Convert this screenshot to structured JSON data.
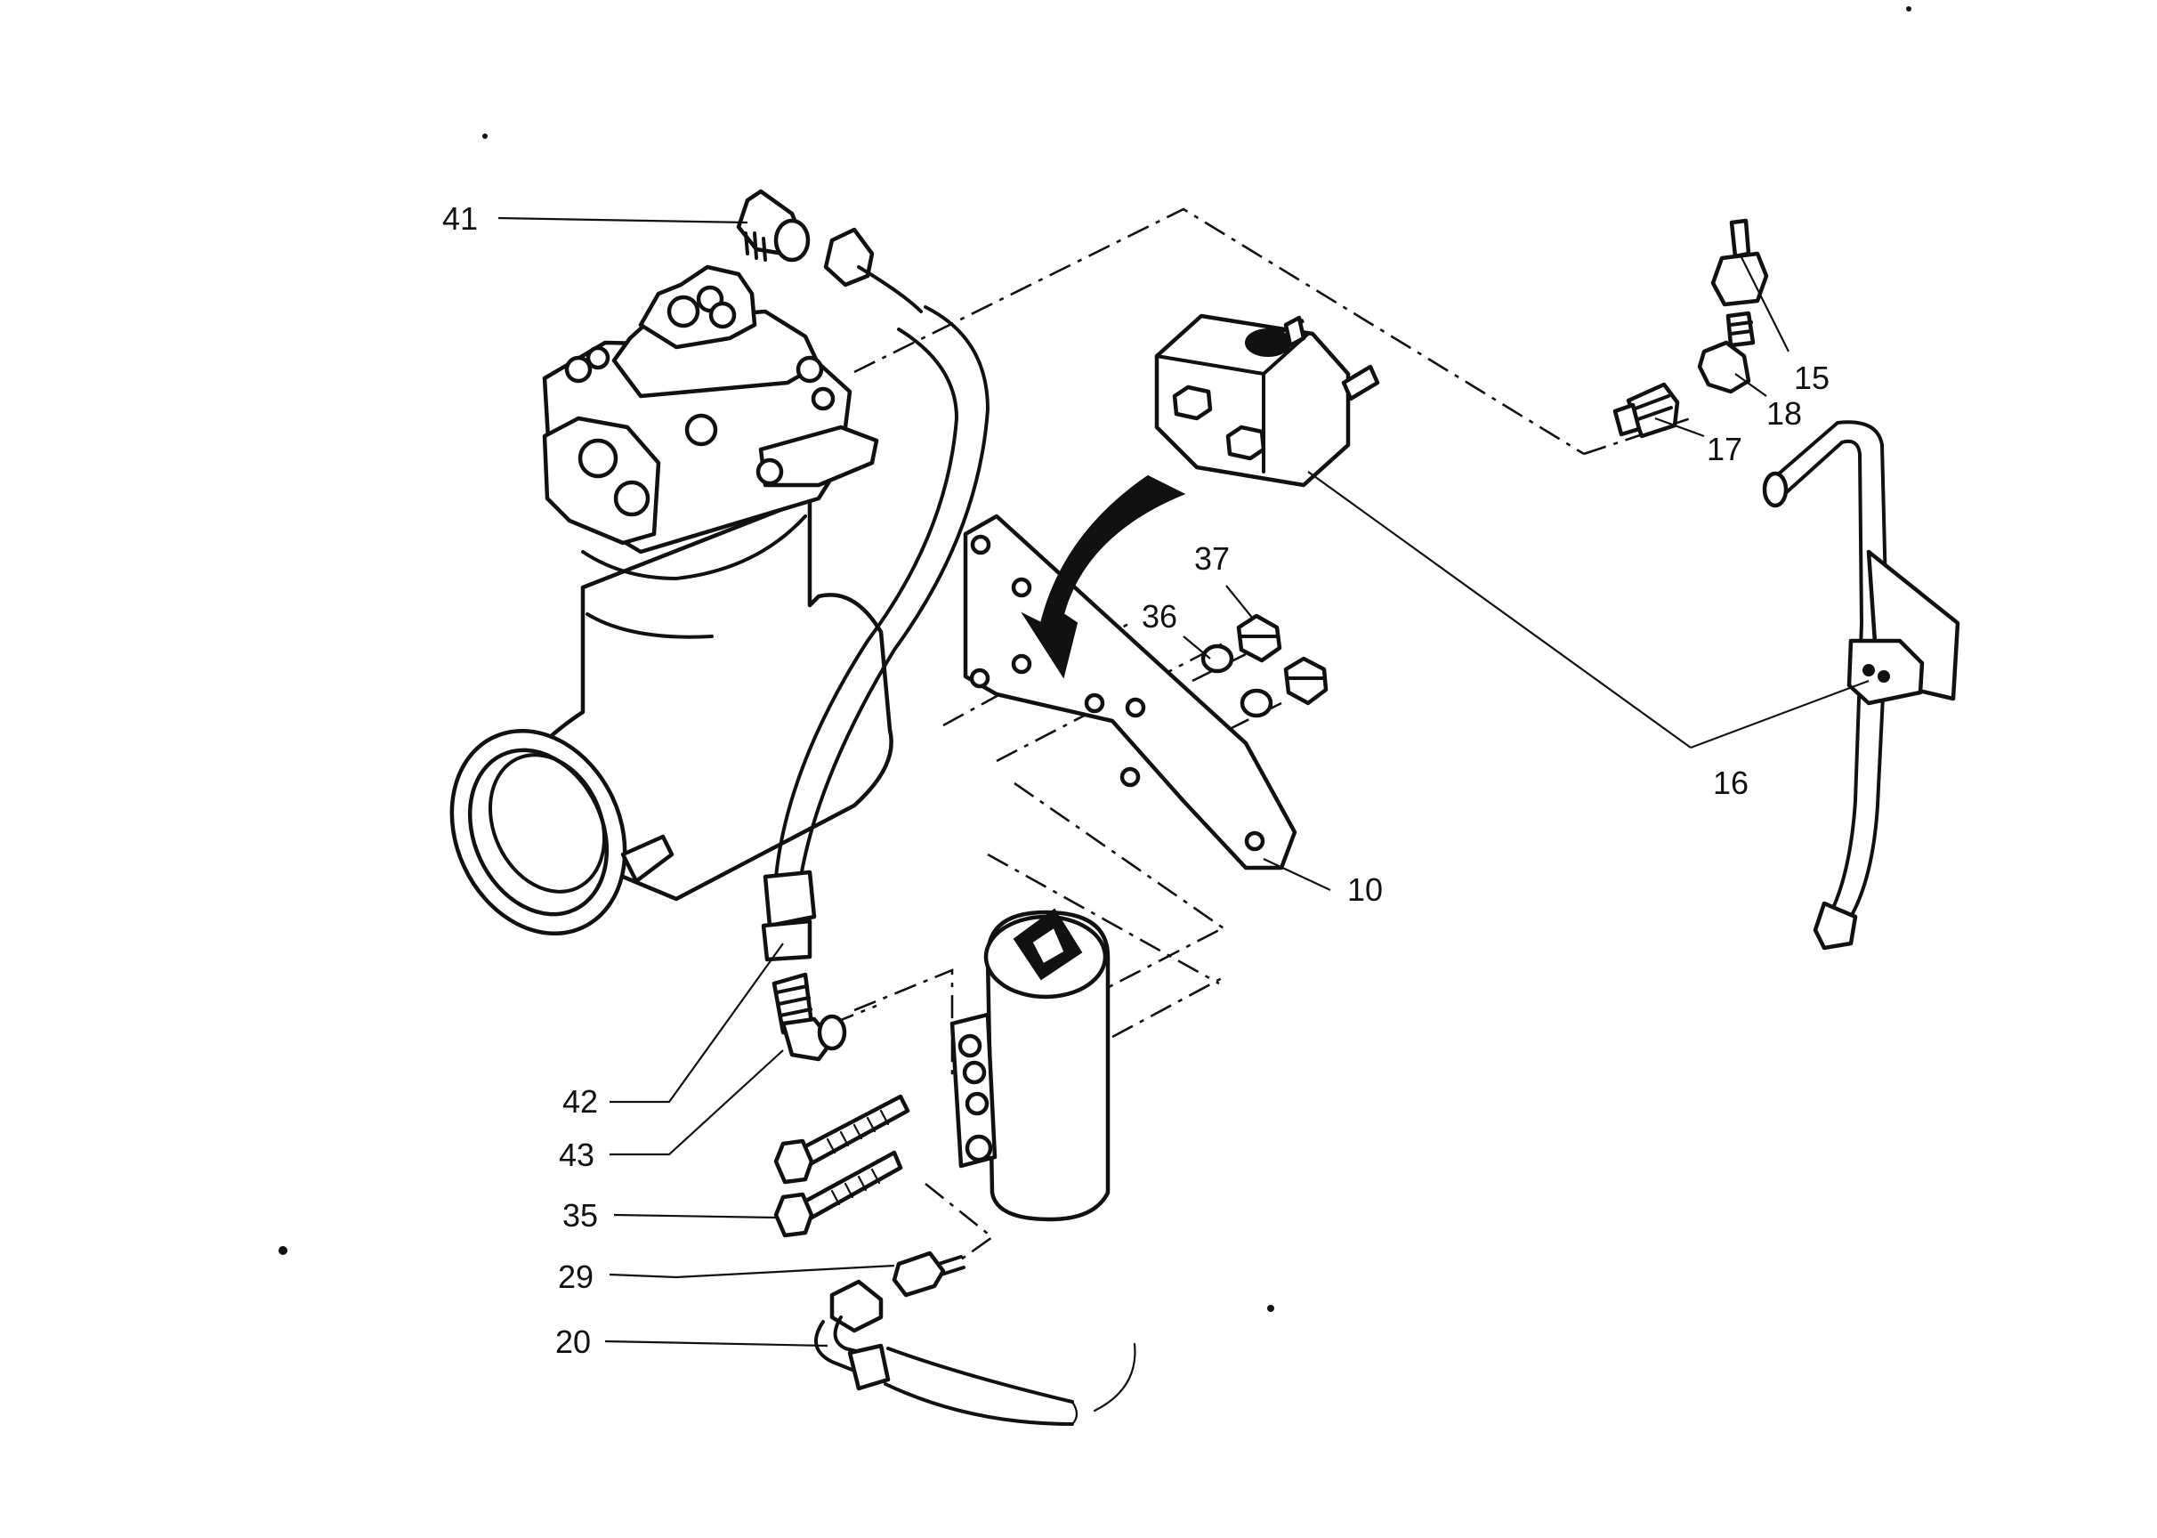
{
  "diagram": {
    "labels": [
      {
        "id": "41",
        "text": "41"
      },
      {
        "id": "15",
        "text": "15"
      },
      {
        "id": "18",
        "text": "18"
      },
      {
        "id": "17",
        "text": "17"
      },
      {
        "id": "37",
        "text": "37"
      },
      {
        "id": "36",
        "text": "36"
      },
      {
        "id": "16",
        "text": "16"
      },
      {
        "id": "10",
        "text": "10"
      },
      {
        "id": "42",
        "text": "42"
      },
      {
        "id": "43",
        "text": "43"
      },
      {
        "id": "35",
        "text": "35"
      },
      {
        "id": "29",
        "text": "29"
      },
      {
        "id": "20",
        "text": "20"
      }
    ]
  }
}
